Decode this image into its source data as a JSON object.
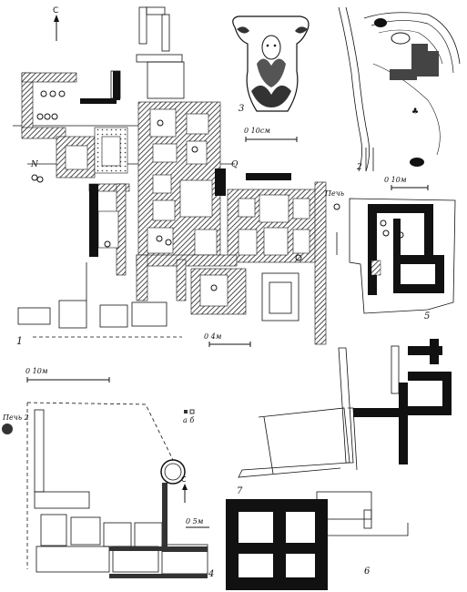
{
  "figure_numbers": [
    "1",
    "2",
    "3",
    "4",
    "5",
    "6",
    "7"
  ],
  "north_arrow": "С",
  "section_marks": {
    "left": "N",
    "right": "Q"
  },
  "scales": {
    "plan1_small": "0      4м",
    "plan1_large": "0           10м",
    "capital": "0           10см",
    "site_map": "0      10м",
    "plan4": "0   5м"
  },
  "labels": {
    "kiln_5": "Печь",
    "kiln_4": "Печь 2",
    "legend_ab": "а б"
  }
}
